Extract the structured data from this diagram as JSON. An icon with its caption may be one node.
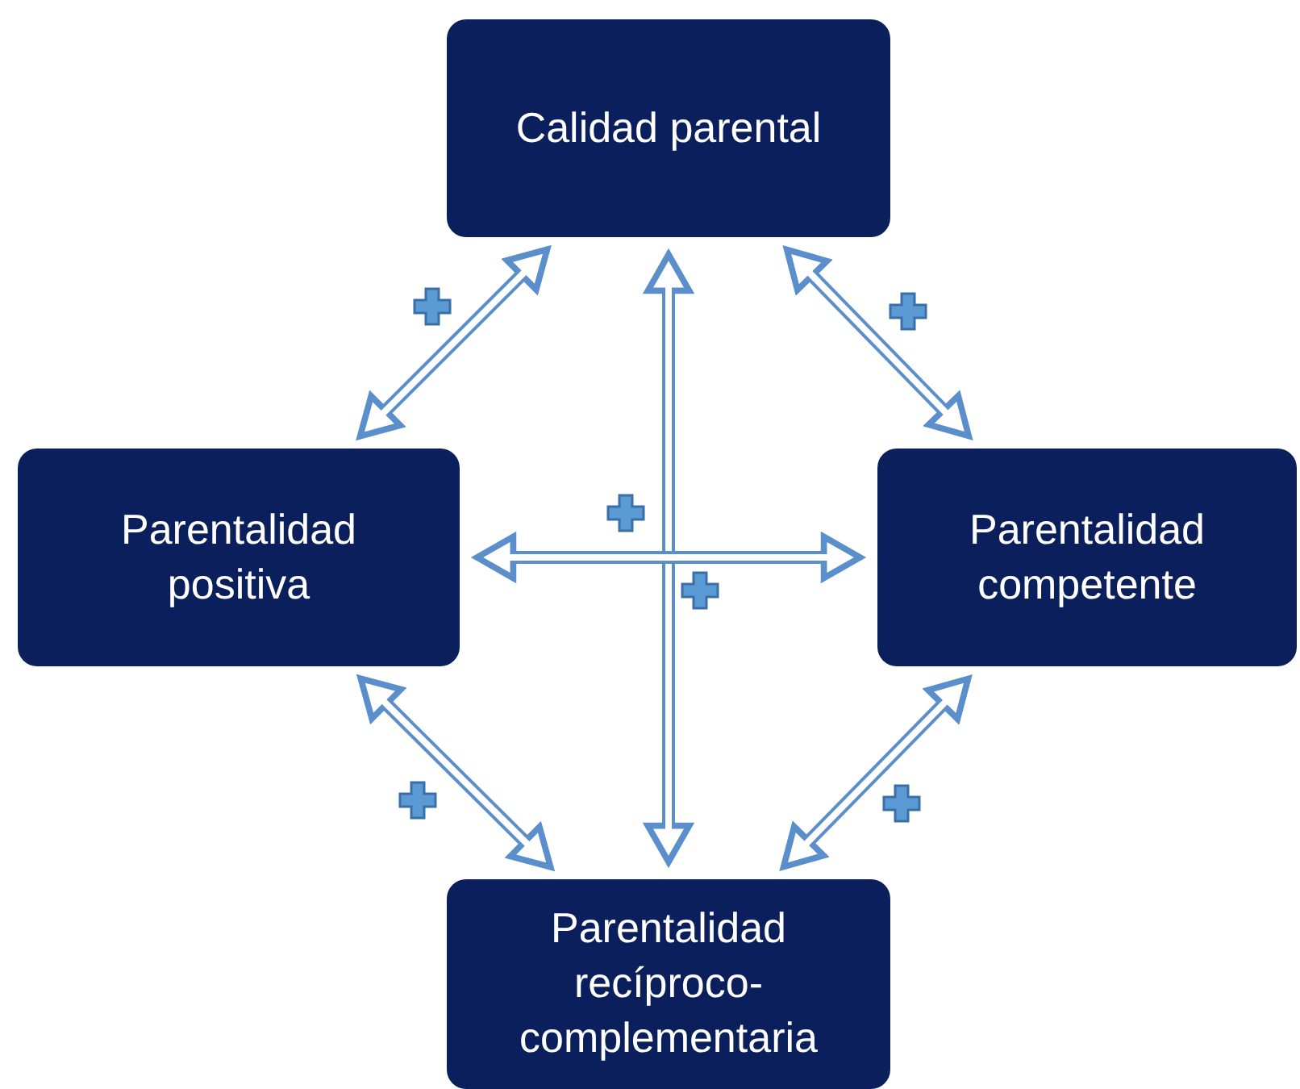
{
  "diagram": {
    "nodes": [
      {
        "text": [
          "Calidad parental"
        ]
      },
      {
        "text": [
          "Parentalidad positiva"
        ]
      },
      {
        "text": [
          "Parentalidad competente"
        ]
      },
      {
        "text": [
          "Parentalidad recíproco-complementaria"
        ]
      }
    ],
    "edges": [
      {
        "from": 0,
        "to": 1,
        "arrow": "both"
      },
      {
        "from": 0,
        "to": 2,
        "arrow": "both"
      },
      {
        "from": 1,
        "to": 3,
        "arrow": "both"
      },
      {
        "from": 2,
        "to": 3,
        "arrow": "both"
      },
      {
        "from": 0,
        "to": 3,
        "arrow": "both"
      },
      {
        "from": 1,
        "to": 2,
        "arrow": "both"
      }
    ]
  }
}
